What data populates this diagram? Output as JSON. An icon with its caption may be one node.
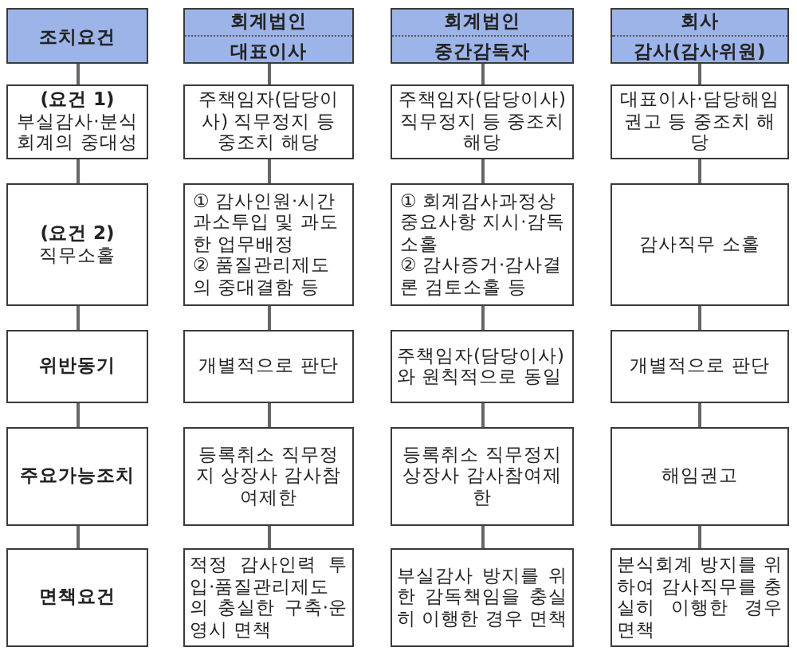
{
  "diagram": {
    "nodes": [
      {
        "text": [
          "조치요건"
        ]
      },
      {
        "text": [
          "회계법인",
          "대표이사"
        ]
      },
      {
        "text": [
          "회계법인",
          "중간감독자"
        ]
      },
      {
        "text": [
          "회사",
          "감사(감사위원)"
        ]
      },
      {
        "text": [
          "(요건 1)",
          "부실감사·분식 회계의 중대성"
        ]
      },
      {
        "text": [
          "주책임자(담당이사) 직무정지 등 중조치 해당"
        ]
      },
      {
        "text": [
          "주책임자(담당이사) 직무정지 등 중조치 해당"
        ]
      },
      {
        "text": [
          "대표이사·담당해임권고 등 중조치 해당"
        ]
      },
      {
        "text": [
          "(요건 2)",
          "직무소홀"
        ]
      },
      {
        "text": [
          "① 감사인원·시간 과소투입 및 과도한 업무배정",
          "② 품질관리제도의 중대결함 등"
        ]
      },
      {
        "text": [
          "① 회계감사과정상 중요사항 지시·감독 소홀",
          "② 감사증거·감사결론 검토소홀 등"
        ]
      },
      {
        "text": [
          "감사직무 소홀"
        ]
      },
      {
        "text": [
          "위반동기"
        ]
      },
      {
        "text": [
          "개별적으로 판단"
        ]
      },
      {
        "text": [
          "주책임자(담당이사)와 원칙적으로 동일"
        ]
      },
      {
        "text": [
          "개별적으로 판단"
        ]
      },
      {
        "text": [
          "주요가능조치"
        ]
      },
      {
        "text": [
          "등록취소 직무정지 상장사 감사참여제한"
        ]
      },
      {
        "text": [
          "등록취소 직무정지 상장사 감사참여제한"
        ]
      },
      {
        "text": [
          "해임권고"
        ]
      },
      {
        "text": [
          "면책요건"
        ]
      },
      {
        "text": [
          "적정 감사인력 투입·품질관리제도의 충실한 구축·운영시 면책"
        ]
      },
      {
        "text": [
          "부실감사 방지를 위한 감독책임을 충실히 이행한 경우 면책"
        ]
      },
      {
        "text": [
          "분식회계 방지를 위하여 감사직무를 충실히 이행한 경우 면책"
        ]
      }
    ],
    "edges": [
      {
        "from": 0,
        "to": 4,
        "arrow": "none"
      },
      {
        "from": 1,
        "to": 5,
        "arrow": "none"
      },
      {
        "from": 2,
        "to": 6,
        "arrow": "none"
      },
      {
        "from": 3,
        "to": 7,
        "arrow": "none"
      },
      {
        "from": 4,
        "to": 8,
        "arrow": "none"
      },
      {
        "from": 5,
        "to": 9,
        "arrow": "none"
      },
      {
        "from": 6,
        "to": 10,
        "arrow": "none"
      },
      {
        "from": 7,
        "to": 11,
        "arrow": "none"
      },
      {
        "from": 8,
        "to": 12,
        "arrow": "none"
      },
      {
        "from": 9,
        "to": 13,
        "arrow": "none"
      },
      {
        "from": 10,
        "to": 14,
        "arrow": "none"
      },
      {
        "from": 11,
        "to": 15,
        "arrow": "none"
      },
      {
        "from": 12,
        "to": 16,
        "arrow": "none"
      },
      {
        "from": 13,
        "to": 17,
        "arrow": "none"
      },
      {
        "from": 14,
        "to": 18,
        "arrow": "none"
      },
      {
        "from": 15,
        "to": 19,
        "arrow": "none"
      },
      {
        "from": 16,
        "to": 20,
        "arrow": "none"
      },
      {
        "from": 17,
        "to": 21,
        "arrow": "none"
      },
      {
        "from": 18,
        "to": 22,
        "arrow": "none"
      },
      {
        "from": 19,
        "to": 23,
        "arrow": "none"
      }
    ]
  }
}
